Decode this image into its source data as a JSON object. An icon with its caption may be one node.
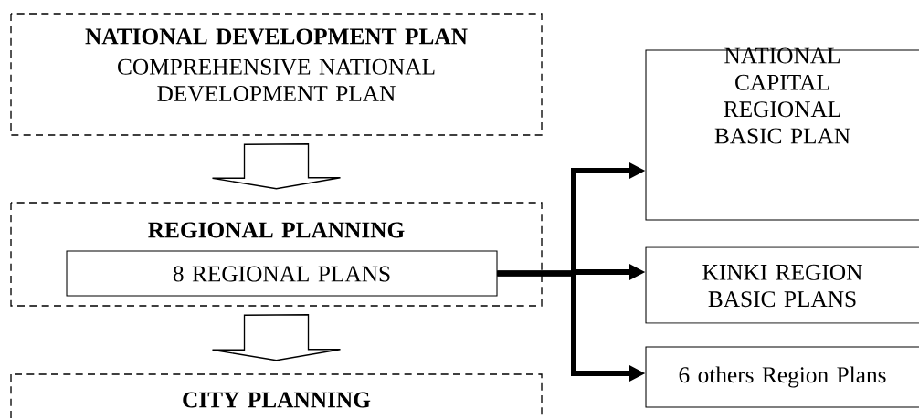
{
  "diagram": {
    "nodes": [
      {
        "text": [
          "NATIONAL DEVELOPMENT PLAN",
          "COMPREHENSIVE NATIONAL DEVELOPMENT PLAN"
        ]
      },
      {
        "text": [
          "REGIONAL PLANNING"
        ]
      },
      {
        "text": [
          "8 REGIONAL PLANS"
        ],
        "in": 1
      },
      {
        "text": [
          "CITY PLANNING"
        ]
      },
      {
        "text": [
          "NATIONAL CAPITAL REGIONAL BASIC PLAN"
        ]
      },
      {
        "text": [
          "KINKI REGION BASIC PLANS"
        ]
      },
      {
        "text": [
          "6 others Region Plans"
        ]
      }
    ],
    "edges": [
      {
        "from": 0,
        "to": 1,
        "arrow": "to"
      },
      {
        "from": 1,
        "to": 3,
        "arrow": "to"
      },
      {
        "from": 2,
        "to": 4,
        "arrow": "to"
      },
      {
        "from": 2,
        "to": 5,
        "arrow": "to"
      },
      {
        "from": 2,
        "to": 6,
        "arrow": "to"
      }
    ]
  }
}
